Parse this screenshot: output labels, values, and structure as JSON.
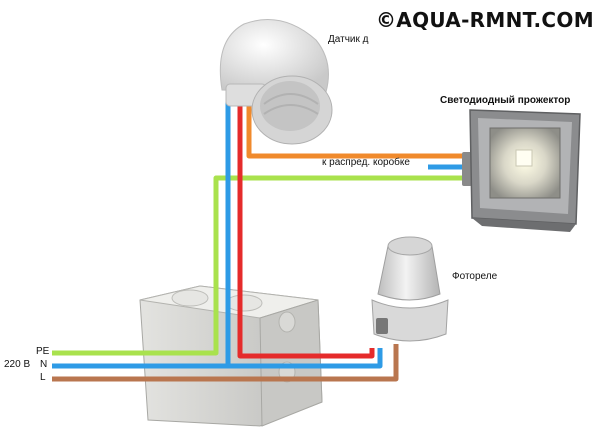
{
  "watermark": "©AQUA-RMNT.COM",
  "labels": {
    "motion_sensor": "Датчик д",
    "led_floodlight": "Светодиодный прожектор",
    "to_junction_box": "к распред. коробке",
    "photo_relay": "Фотореле",
    "voltage": "220 В",
    "pe": "PE",
    "n": "N",
    "l": "L"
  },
  "wire_colors": {
    "pe": "#a9e24d",
    "n": "#2e9be6",
    "l": "#b9764f",
    "phase": "#e52b2b",
    "load": "#f08a2c"
  },
  "icons": [
    "motion-sensor-icon",
    "led-floodlight-icon",
    "photo-relay-icon",
    "junction-box-icon"
  ]
}
